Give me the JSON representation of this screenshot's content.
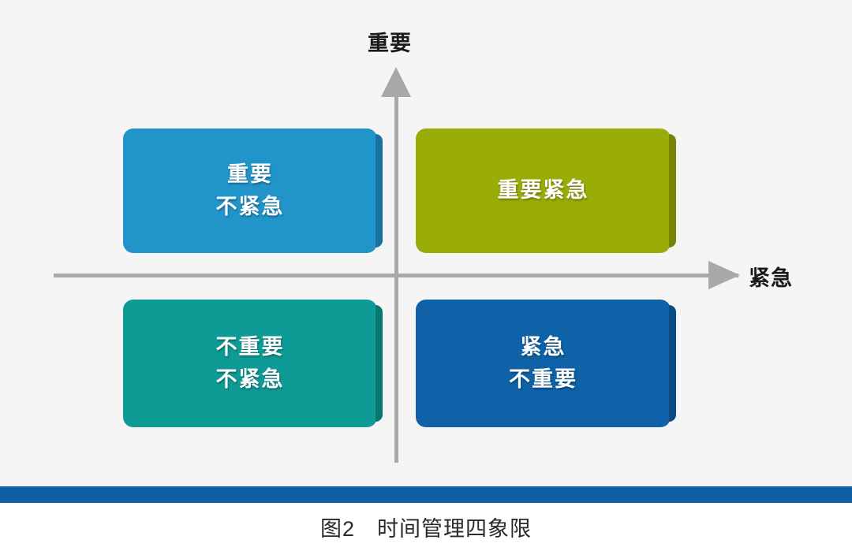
{
  "figure": {
    "background_color": "#f5f5f5",
    "caption": "图2　时间管理四象限",
    "divider_color": "#0c5fa4"
  },
  "axes": {
    "y_label": "重要",
    "x_label": "紧急",
    "axis_color": "#a8a8a8",
    "y_arrow_icon": "arrow-up-icon",
    "x_arrow_icon": "arrow-right-icon"
  },
  "chart_data": {
    "type": "table",
    "title": "图2　时间管理四象限",
    "xlabel": "紧急",
    "ylabel": "重要",
    "grid": false,
    "legend": "none",
    "quadrants": [
      {
        "id": "important-not-urgent",
        "position": "top-left",
        "lines": [
          "重要",
          "不紧急"
        ],
        "color": "#2195c9",
        "shadow_color": "#17729e",
        "important": true,
        "urgent": false
      },
      {
        "id": "important-urgent",
        "position": "top-right",
        "lines": [
          "重要紧急"
        ],
        "color": "#9aac08",
        "shadow_color": "#768306",
        "important": true,
        "urgent": true
      },
      {
        "id": "not-important-not-urgent",
        "position": "bottom-left",
        "lines": [
          "不重要",
          "不紧急"
        ],
        "color": "#0f9b95",
        "shadow_color": "#0a7672",
        "important": false,
        "urgent": false
      },
      {
        "id": "urgent-not-important",
        "position": "bottom-right",
        "lines": [
          "紧急",
          "不重要"
        ],
        "color": "#0f62a8",
        "shadow_color": "#0a4a80",
        "important": false,
        "urgent": true
      }
    ]
  }
}
